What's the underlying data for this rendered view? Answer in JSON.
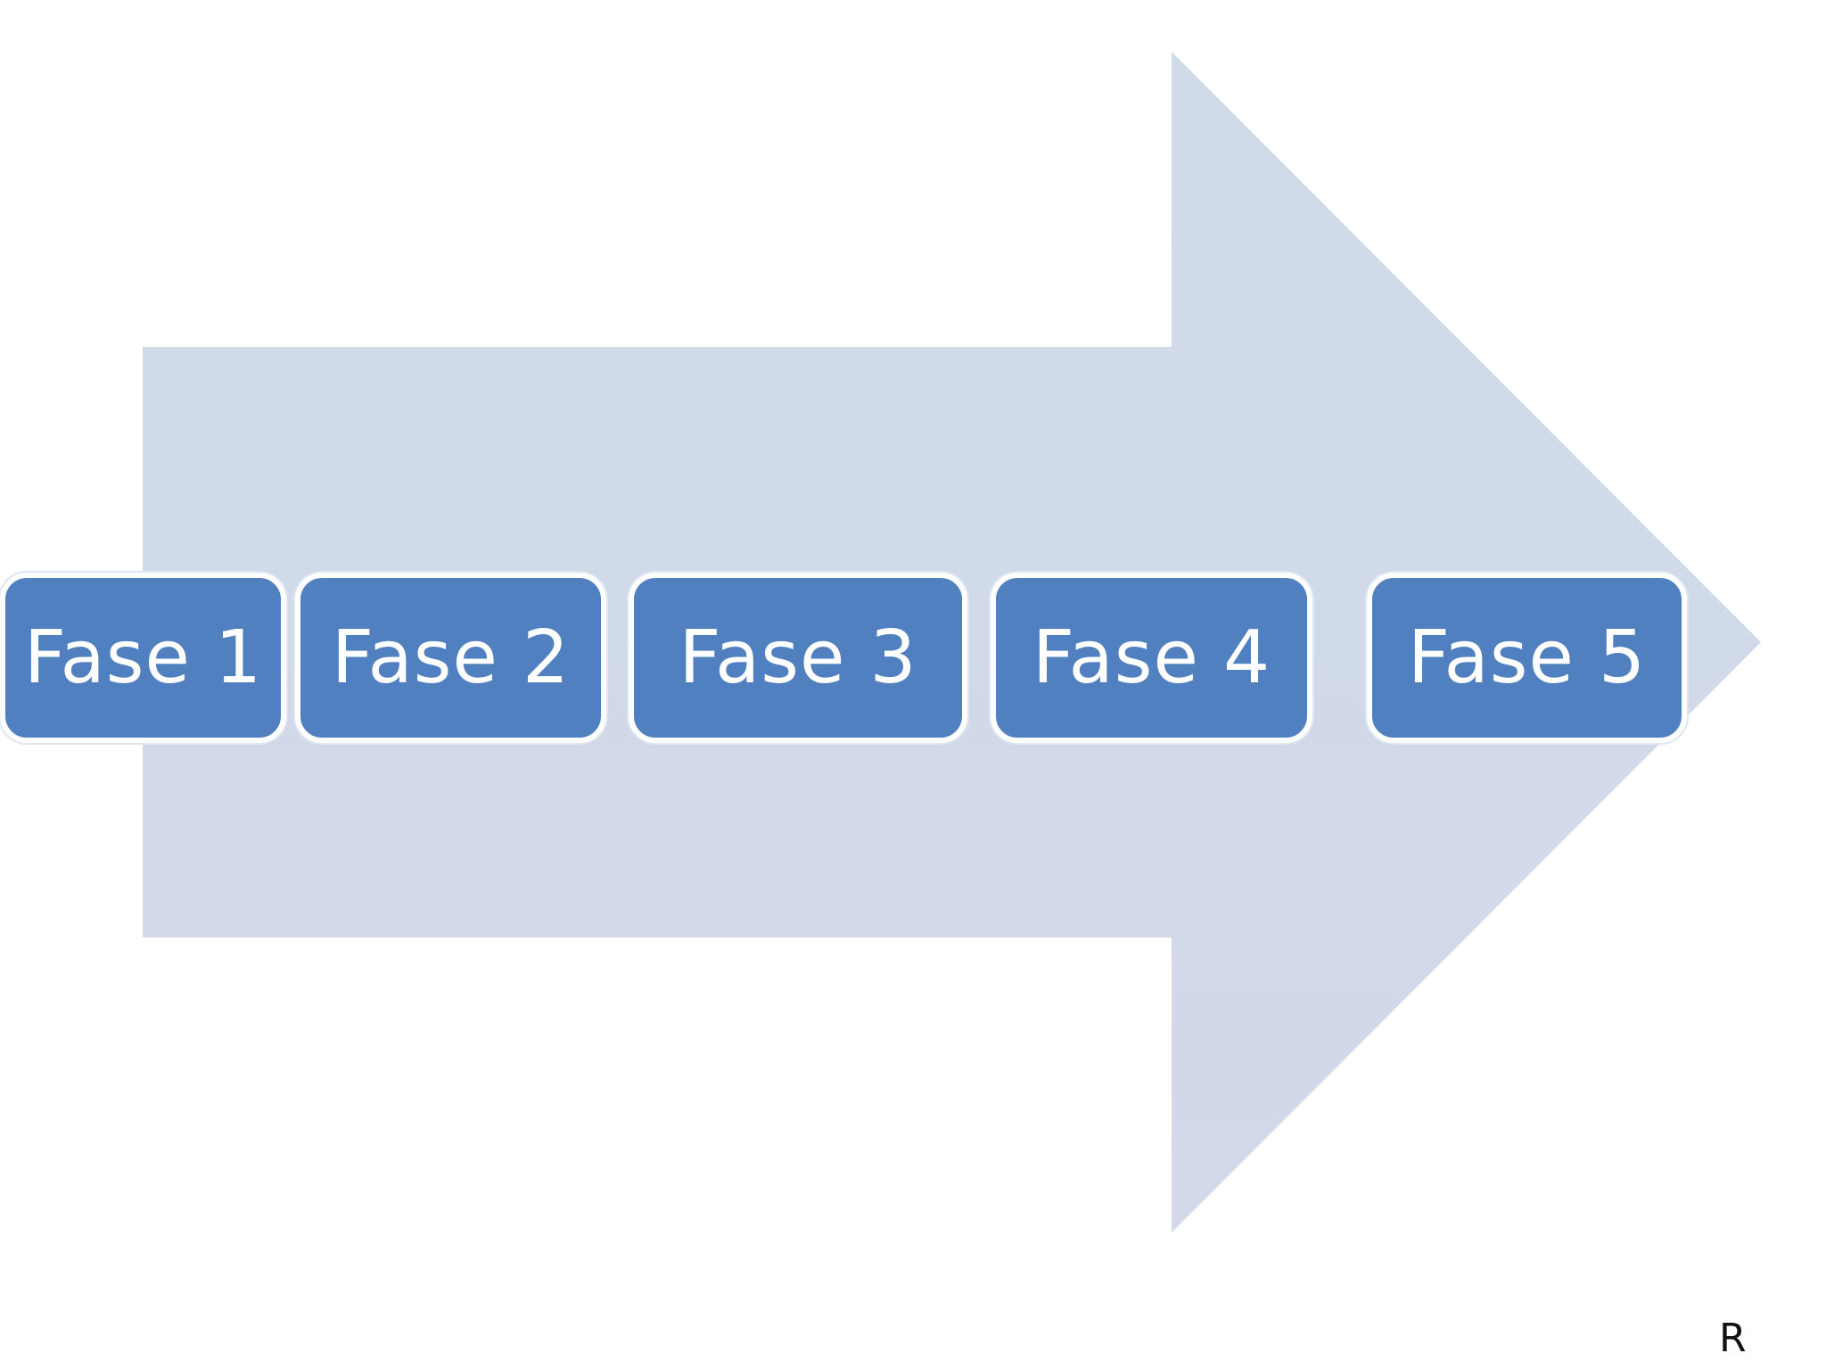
{
  "diagram": {
    "arrow_fill_top": "#cfdbe7",
    "arrow_fill_bottom": "#d3d8ea",
    "phase_fill": "#5080bf",
    "phases": [
      {
        "label": "Fase 1"
      },
      {
        "label": "Fase 2"
      },
      {
        "label": "Fase 3"
      },
      {
        "label": "Fase 4"
      },
      {
        "label": "Fase 5"
      }
    ]
  },
  "corner_mark": "R"
}
